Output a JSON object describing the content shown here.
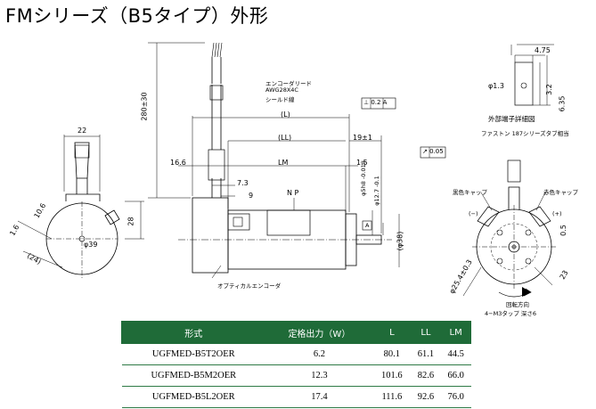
{
  "title": "FMシリーズ（B5タイプ）外形",
  "labels": {
    "encoder_lead_1": "エンコーダリード",
    "encoder_lead_2": "AWG28X4C",
    "encoder_lead_3": "シールド線",
    "optical_encoder": "オプティカルエンコーダ",
    "np": "N P",
    "terminal_detail": "外部端子詳細図",
    "faston": "ファストン 187シリーズタブ相当",
    "black_cap": "黒色キャップ",
    "red_cap": "赤色キャップ",
    "minus": "(−)",
    "plus": "(+)",
    "rotation": "回転方向",
    "tap": "4−M3タップ 深さ6",
    "datum_a": "A"
  },
  "dims": {
    "d_22": "22",
    "d_10_6": "10.6",
    "d_28": "28",
    "d_1_6": "1.6",
    "d_phi39": "φ39",
    "d_24": "(24)",
    "d_280": "280±30",
    "d_16_6": "16.6",
    "d_L": "(L)",
    "d_LL": "(LL)",
    "d_LM": "LM",
    "d_19": "19±1",
    "d_1_5": "1.5",
    "d_7_3": "7.3",
    "d_9": "9",
    "d_perp": "⊥ 0.2 A",
    "d_runout": "↗ 0.05",
    "d_phi5": "φ5h8 -0.018",
    "d_phi12": "φ12.7 -0.1",
    "d_phi38": "(φ38)",
    "d_4_75": "4.75",
    "d_phi1_3": "φ1.3",
    "d_3_2": "3.2",
    "d_6_35": "6.35",
    "d_25_4": "φ25.4±0.3",
    "d_0_5": "0.5",
    "d_23": "23"
  },
  "table": {
    "headers": [
      "形式",
      "定格出力（W）",
      "L",
      "LL",
      "LM"
    ],
    "rows": [
      [
        "UGFMED-B5T2OER",
        "6.2",
        "80.1",
        "61.1",
        "44.5"
      ],
      [
        "UGFMED-B5M2OER",
        "12.3",
        "101.6",
        "82.6",
        "66.0"
      ],
      [
        "UGFMED-B5L2OER",
        "17.4",
        "111.6",
        "92.6",
        "76.0"
      ]
    ]
  }
}
